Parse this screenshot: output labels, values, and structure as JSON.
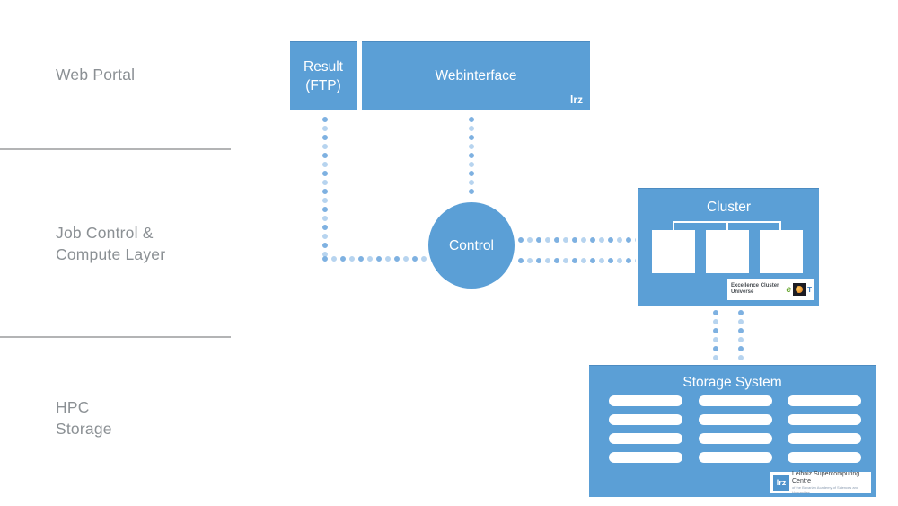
{
  "colors": {
    "node_blue": "#5b9fd6",
    "dot_dark": "#7eb1e1",
    "dot_light": "#b7d4ef",
    "label_gray": "#8b9094",
    "divider_gray": "#b3b4b5"
  },
  "layers": [
    {
      "label": "Web Portal"
    },
    {
      "label": "Job Control &\nCompute Layer"
    },
    {
      "label": "HPC\nStorage"
    }
  ],
  "nodes": {
    "result": {
      "title": "Result\n(FTP)"
    },
    "webinterface": {
      "title": "Webinterface",
      "corner_logo": "lrz"
    },
    "control": {
      "title": "Control"
    },
    "cluster": {
      "title": "Cluster",
      "compute_node_count": 3,
      "badge": {
        "text": "Excellence Cluster Universe",
        "logo_e": "e",
        "logo_t": "T"
      }
    },
    "storage": {
      "title": "Storage System",
      "disk_columns": 3,
      "disk_rows": 4,
      "disk_count": 12,
      "badge": {
        "logo": "lrz",
        "line1": "Leibniz Supercomputing Centre",
        "line2": "of the Bavarian Academy of Sciences and Humanities"
      }
    }
  }
}
